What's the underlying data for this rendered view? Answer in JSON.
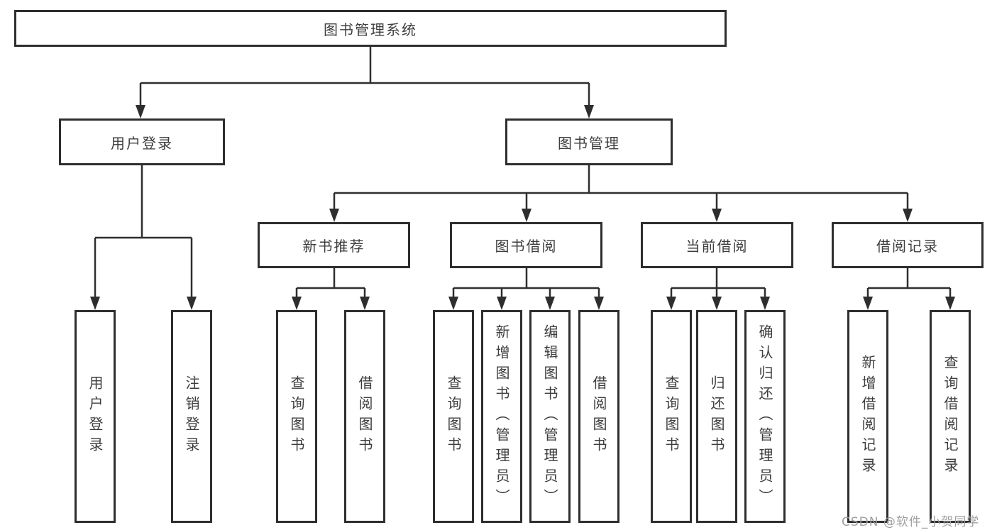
{
  "diagram": {
    "root": {
      "label": "图书管理系统"
    },
    "branches": [
      {
        "label": "用户登录",
        "children": [
          {
            "label": "用户登录"
          },
          {
            "label": "注销登录"
          }
        ]
      },
      {
        "label": "图书管理",
        "children": [
          {
            "label": "新书推荐",
            "children": [
              {
                "label": "查询图书"
              },
              {
                "label": "借阅图书"
              }
            ]
          },
          {
            "label": "图书借阅",
            "children": [
              {
                "label": "查询图书"
              },
              {
                "label": "新增图书（管理员）"
              },
              {
                "label": "编辑图书（管理员）"
              },
              {
                "label": "借阅图书"
              }
            ]
          },
          {
            "label": "当前借阅",
            "children": [
              {
                "label": "查询图书"
              },
              {
                "label": "归还图书"
              },
              {
                "label": "确认归还（管理员）"
              }
            ]
          },
          {
            "label": "借阅记录",
            "children": [
              {
                "label": "新增借阅记录"
              },
              {
                "label": "查询借阅记录"
              }
            ]
          }
        ]
      }
    ]
  },
  "watermark": {
    "text": "CSDN @软件_小贺同学"
  },
  "colors": {
    "line": "#2e2e2e",
    "box_border": "#2e2e2e",
    "text": "#3d3d3d",
    "background": "#ffffff",
    "watermark": "#9e9e9e"
  }
}
